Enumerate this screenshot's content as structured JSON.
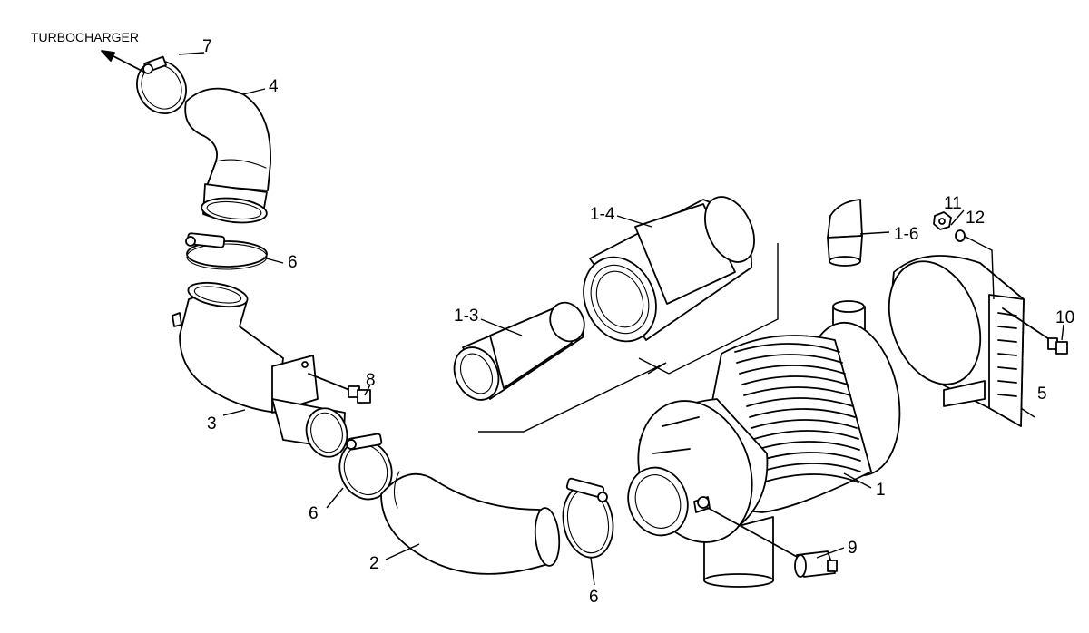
{
  "diagram": {
    "callouts": {
      "turbocharger": "TURBOCHARGER",
      "c7": "7",
      "c4": "4",
      "c6a": "6",
      "c3": "3",
      "c8": "8",
      "c6b": "6",
      "c2": "2",
      "c6c": "6",
      "c1_3": "1-3",
      "c1_4": "1-4",
      "c1_6": "1-6",
      "c11": "11",
      "c12": "12",
      "c10": "10",
      "c5": "5",
      "c1": "1",
      "c9": "9"
    },
    "colors": {
      "line": "#000000",
      "background": "#ffffff"
    }
  }
}
